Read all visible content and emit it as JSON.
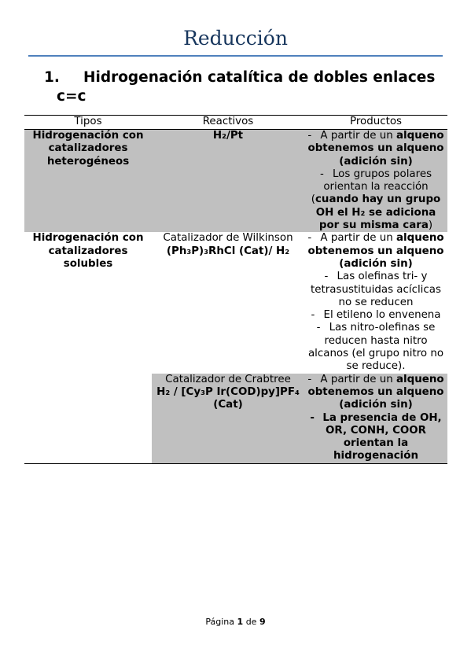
{
  "page_title": "Reducción",
  "section": {
    "number": "1.",
    "title_line1": "Hidrogenación catalítica de dobles enlaces",
    "title_line2": "c=c"
  },
  "table": {
    "headers": [
      "Tipos",
      "Reactivos",
      "Productos"
    ],
    "rows": [
      {
        "tipo": "Hidrogenación con catalizadores heterogéneos",
        "reactivo_bold": "H₂/Pt",
        "producto_1_a": "A partir de un ",
        "producto_1_b": "alqueno obtenemos un alqueno (adición sin)",
        "producto_2_a": "Los grupos polares orientan la reacción (",
        "producto_2_b": "cuando hay un grupo OH el H₂ se adiciona por su misma cara",
        "producto_2_c": ")"
      },
      {
        "tipo": "Hidrogenación con catalizadores solubles",
        "reactivo_normal": "Catalizador de Wilkinson",
        "reactivo_bold": "(Ph₃P)₃RhCl (Cat)/ H₂",
        "producto_1_a": "A partir de un ",
        "producto_1_b": "alqueno obtenemos un alqueno (adición sin)",
        "producto_2": "Las olefinas tri- y tetrasustituidas acíclicas no se reducen",
        "producto_3": "El etileno lo envenena",
        "producto_4": "Las nitro-olefinas se reducen hasta nitro alcanos (el grupo nitro no se reduce)."
      },
      {
        "tipo": "",
        "reactivo_normal": "Catalizador de Crabtree",
        "reactivo_bold": "H₂ / [Cy₃P Ir(COD)py]PF₄ (Cat)",
        "producto_1_a": "A partir de un ",
        "producto_1_b": "alqueno obtenemos un alqueno (adición sin)",
        "producto_2": "La presencia de OH, OR, CONH, COOR orientan la hidrogenación"
      }
    ]
  },
  "footer": {
    "page_label": "Página",
    "page_current": "1",
    "of_label": "de",
    "page_total": "9"
  }
}
